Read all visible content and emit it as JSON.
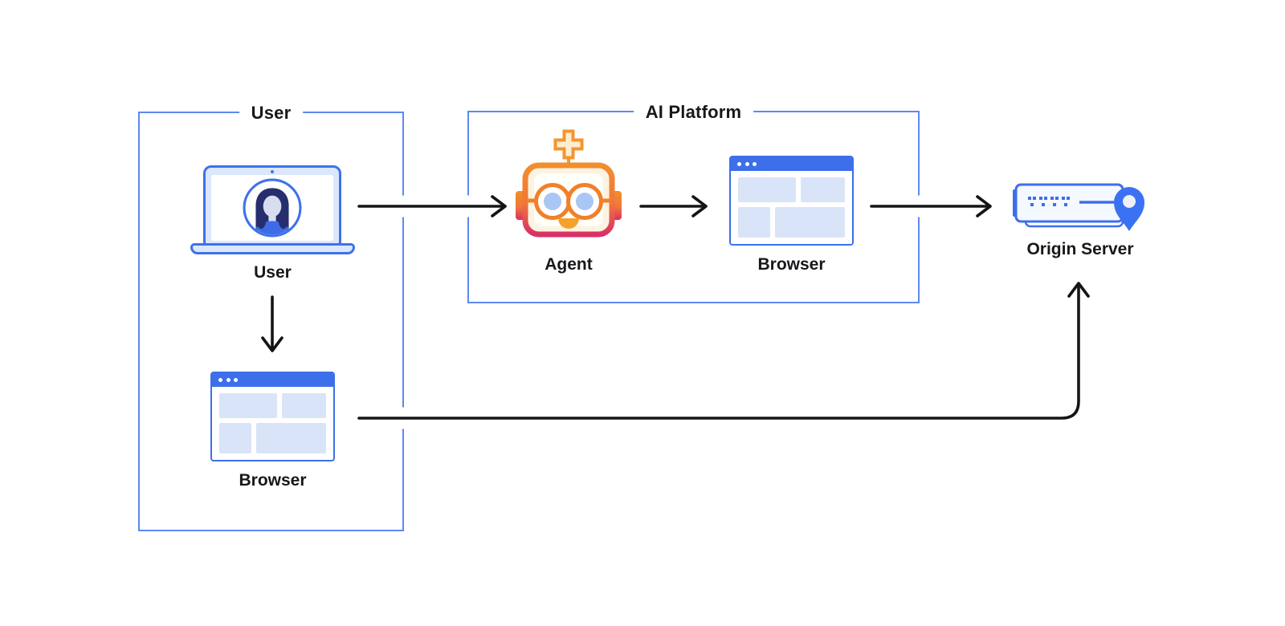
{
  "diagram": {
    "background": "#ffffff",
    "groups": {
      "user": {
        "title": "User"
      },
      "ai_platform": {
        "title": "AI Platform"
      }
    },
    "nodes": {
      "user_laptop": {
        "label": "User",
        "icon": "laptop-user-avatar"
      },
      "user_browser": {
        "label": "Browser",
        "icon": "browser-window"
      },
      "agent": {
        "label": "Agent",
        "icon": "robot-face"
      },
      "ai_browser": {
        "label": "Browser",
        "icon": "browser-window"
      },
      "origin_server": {
        "label": "Origin Server",
        "icon": "server-location-pin"
      }
    },
    "edges": [
      {
        "from": "user_laptop",
        "to": "agent"
      },
      {
        "from": "user_laptop",
        "to": "user_browser"
      },
      {
        "from": "agent",
        "to": "ai_browser"
      },
      {
        "from": "ai_browser",
        "to": "origin_server"
      },
      {
        "from": "user_browser",
        "to": "origin_server"
      }
    ],
    "colors": {
      "group_box_border": "#5d88f0",
      "primary_blue": "#3d6fea",
      "light_blue_fill": "#d9e4f8",
      "laptop_bezel": "#dbe7fb",
      "agent_orange": "#f1862b",
      "agent_pink": "#d93067",
      "agent_cream": "#fcf3e1",
      "lens_blue": "#a9c7f4",
      "avatar_hair": "#272e6e",
      "avatar_skin": "#d8def2",
      "avatar_shirt": "#3e6ce6",
      "pin_blue": "#3b72f4",
      "arrow_black": "#151515",
      "label_text": "#17181c"
    }
  }
}
